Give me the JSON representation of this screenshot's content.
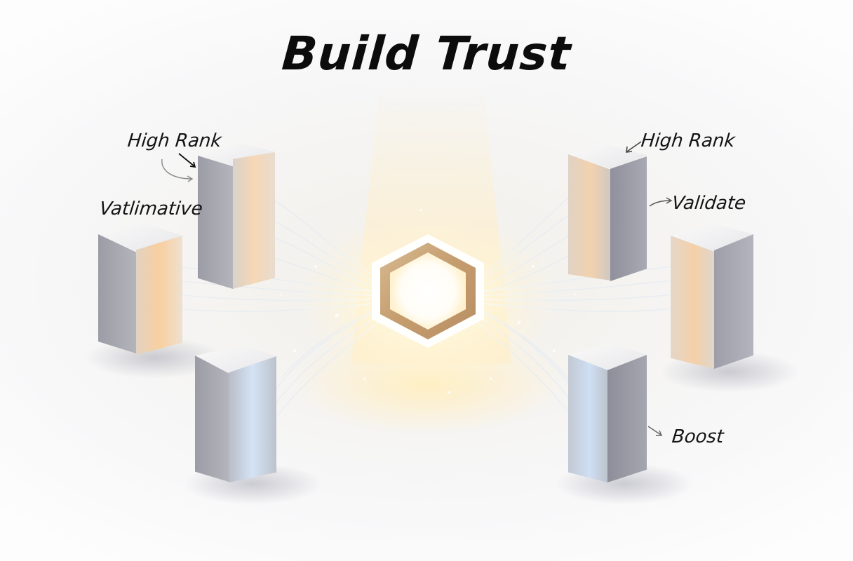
{
  "title": "Build Trust",
  "center_node": {
    "shape": "hexagon",
    "glow_color": "#fff6dc",
    "frame_color": "#c8a77a"
  },
  "pillars": [
    {
      "id": "left-back",
      "glow_color": "#f7d2a8",
      "label": "High Rank"
    },
    {
      "id": "left-front",
      "glow_color": "#f6cda0",
      "label": "Vatlimative"
    },
    {
      "id": "left-bottom",
      "glow_color": "#cfe0f6",
      "label": ""
    },
    {
      "id": "right-back",
      "glow_color": "#f3d5b3",
      "label": "High Rank"
    },
    {
      "id": "right-mid",
      "glow_color": "#f5d3ad",
      "label": "Validate"
    },
    {
      "id": "right-bottom",
      "glow_color": "#c9daf3",
      "label": "Boost"
    }
  ],
  "labels": {
    "left_high_rank": "High Rank",
    "left_vatlimative": "Vatlimative",
    "right_high_rank": "High Rank",
    "right_validate": "Validate",
    "right_boost": "Boost"
  },
  "colors": {
    "background": "#f8f8f9",
    "accent_warm": "#ffe9b8",
    "accent_cool": "#bcd6f0",
    "text": "#141414"
  }
}
